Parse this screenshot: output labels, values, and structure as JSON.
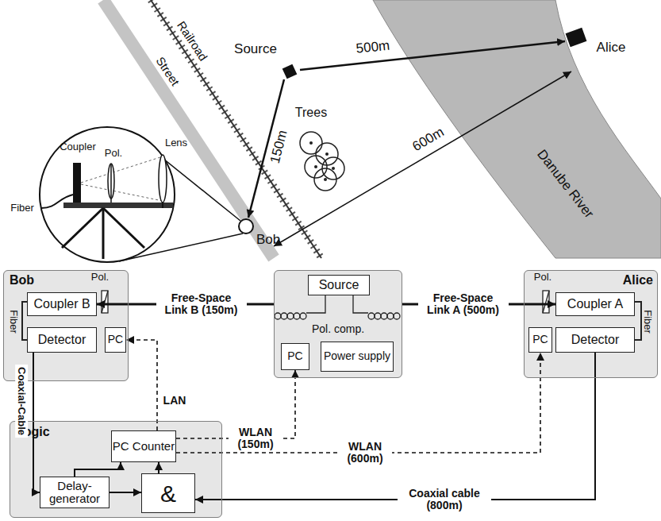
{
  "diagram": {
    "nodes": [
      {
        "text": [
          "Bob"
        ]
      },
      {
        "text": [
          "Coupler B"
        ],
        "in": 0
      },
      {
        "text": [
          "Detector"
        ],
        "in": 0
      },
      {
        "text": [
          "PC"
        ],
        "in": 0
      },
      {
        "text": [
          "Pol. comp."
        ]
      },
      {
        "text": [
          "Source"
        ],
        "in": 4
      },
      {
        "text": [
          "PC"
        ],
        "in": 4
      },
      {
        "text": [
          "Power supply"
        ],
        "in": 4
      },
      {
        "text": [
          "Alice"
        ]
      },
      {
        "text": [
          "Coupler A"
        ],
        "in": 8
      },
      {
        "text": [
          "Detector"
        ],
        "in": 8
      },
      {
        "text": [
          "PC"
        ],
        "in": 8
      },
      {
        "text": [
          "Logic"
        ]
      },
      {
        "text": [
          "PC Counter"
        ],
        "in": 12
      },
      {
        "text": [
          "Delay-generator"
        ],
        "in": 12
      },
      {
        "text": [
          "&"
        ],
        "in": 12
      }
    ],
    "edges": [
      {
        "from": 4,
        "to": 1,
        "arrow": "to",
        "label": "Free-Space Link B (150m)"
      },
      {
        "from": 4,
        "to": 9,
        "arrow": "to",
        "label": "Free-Space Link A (500m)"
      },
      {
        "from": 2,
        "to": 14,
        "arrow": "to",
        "label": "Coaxial-Cable"
      },
      {
        "from": 14,
        "to": 15,
        "arrow": "to"
      },
      {
        "from": 10,
        "to": 15,
        "arrow": "to",
        "label": "Coaxial cable (800m)"
      },
      {
        "from": 13,
        "to": 3,
        "arrow": "to",
        "label": "LAN"
      },
      {
        "from": 13,
        "to": 6,
        "arrow": "to",
        "label": "WLAN (150m)"
      },
      {
        "from": 13,
        "to": 11,
        "arrow": "to",
        "label": "WLAN (600m)"
      },
      {
        "from": 15,
        "to": 13,
        "arrow": "to"
      },
      {
        "from": 14,
        "to": 13,
        "arrow": "to"
      }
    ],
    "labels": [
      "Railroad",
      "Street",
      "Source",
      "500m",
      "Alice",
      "150m",
      "Trees",
      "600m",
      "Danube River",
      "Bob",
      "Coupler",
      "Pol.",
      "Lens",
      "Fiber",
      "Pol.",
      "Fiber",
      "Pol.",
      "Fiber"
    ]
  }
}
